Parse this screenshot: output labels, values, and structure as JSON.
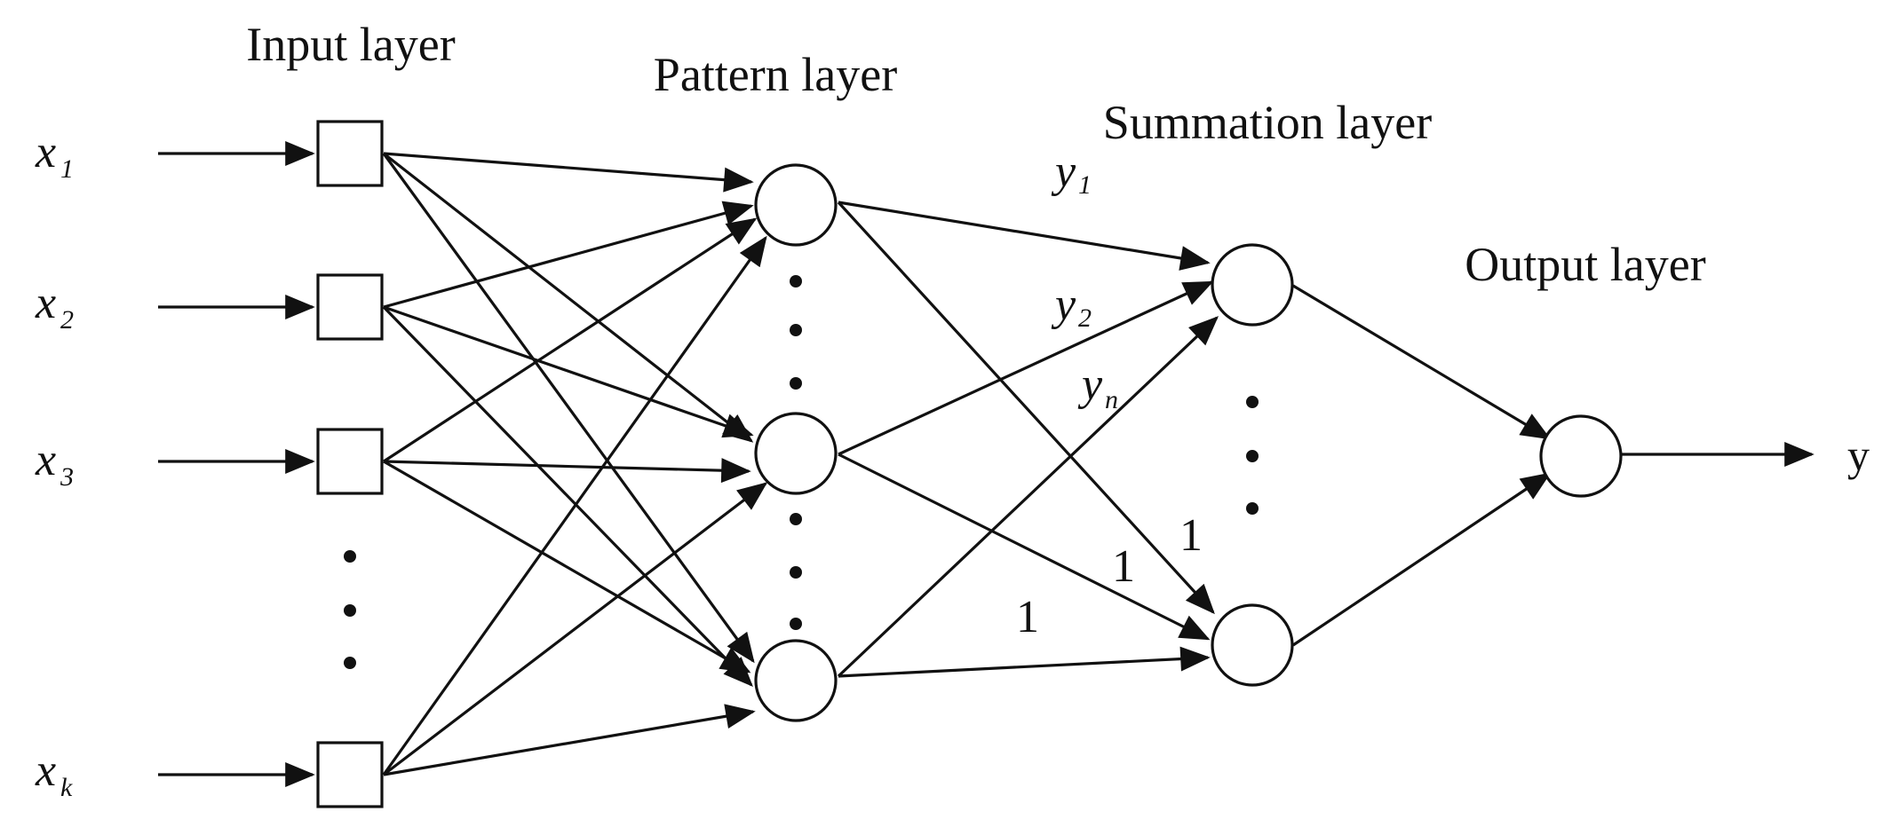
{
  "layers": {
    "input": "Input layer",
    "pattern": "Pattern layer",
    "summation": "Summation layer",
    "output": "Output layer"
  },
  "inputs": [
    {
      "base": "x",
      "sub": "1"
    },
    {
      "base": "x",
      "sub": "2"
    },
    {
      "base": "x",
      "sub": "3"
    },
    {
      "base": "x",
      "sub": "k"
    }
  ],
  "summation_inputs": [
    {
      "base": "y",
      "sub": "1"
    },
    {
      "base": "y",
      "sub": "2"
    },
    {
      "base": "y",
      "sub": "n"
    }
  ],
  "weights": [
    "1",
    "1",
    "1"
  ],
  "output_label": "y"
}
